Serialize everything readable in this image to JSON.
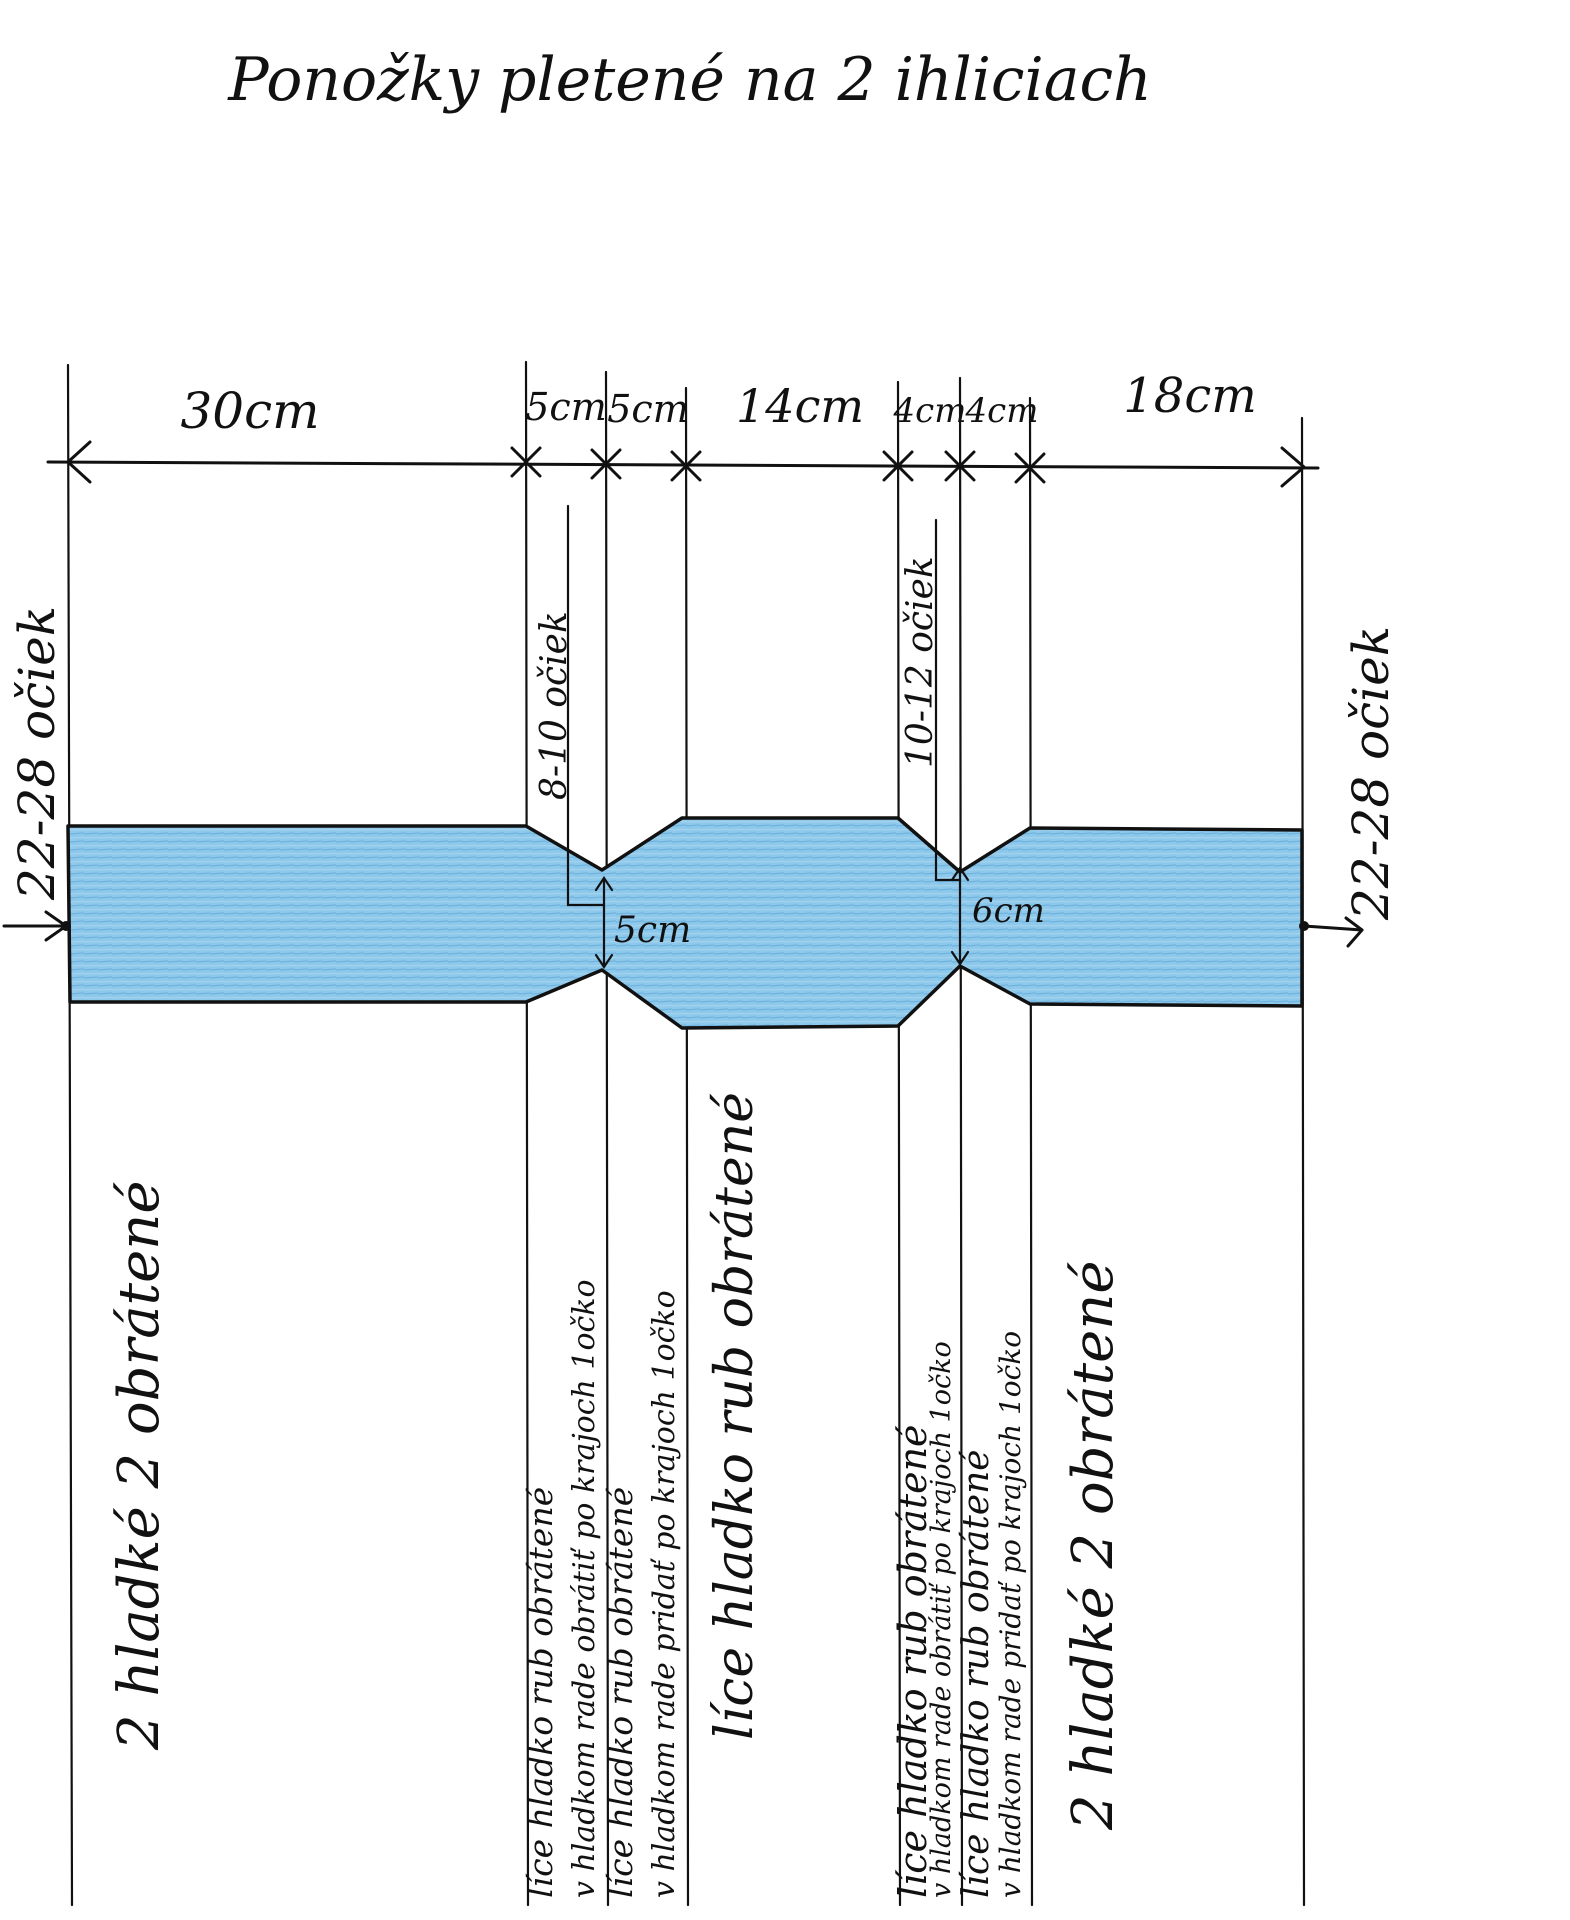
{
  "title": "Ponožky pletené na 2 ihliciach",
  "colors": {
    "ink": "#111111",
    "knit": "#8ec8ea",
    "paper": "#ffffff"
  },
  "dimensions": [
    "30cm",
    "5cm",
    "5cm",
    "14cm",
    "4cm",
    "4cm",
    "18cm"
  ],
  "stitch_counts": {
    "left": "22-28 očiek",
    "right": "22-28 očiek",
    "heel": "8-10 očiek",
    "toe": "10-12 očiek"
  },
  "heights": {
    "heel": "5cm",
    "toe": "6cm"
  },
  "sections": {
    "cuff": "2 hladké 2 obrátené",
    "heel_1a": "líce hladko rub obrátené",
    "heel_1b": "v hladkom rade obrátiť po krajoch 1očko",
    "heel_2a": "líce hladko rub obrátené",
    "heel_2b": "v hladkom rade pridať po krajoch 1očko",
    "foot": "líce hladko rub obrátené",
    "toe_1a": "líce hladko rub obrátené",
    "toe_1b": "v hladkom rade obrátiť po krajoch 1očko",
    "toe_2a": "líce hladko rub obrátené",
    "toe_2b": "v hladkom rade pridať po krajoch 1očko",
    "end": "2 hladké 2 obrátené"
  }
}
